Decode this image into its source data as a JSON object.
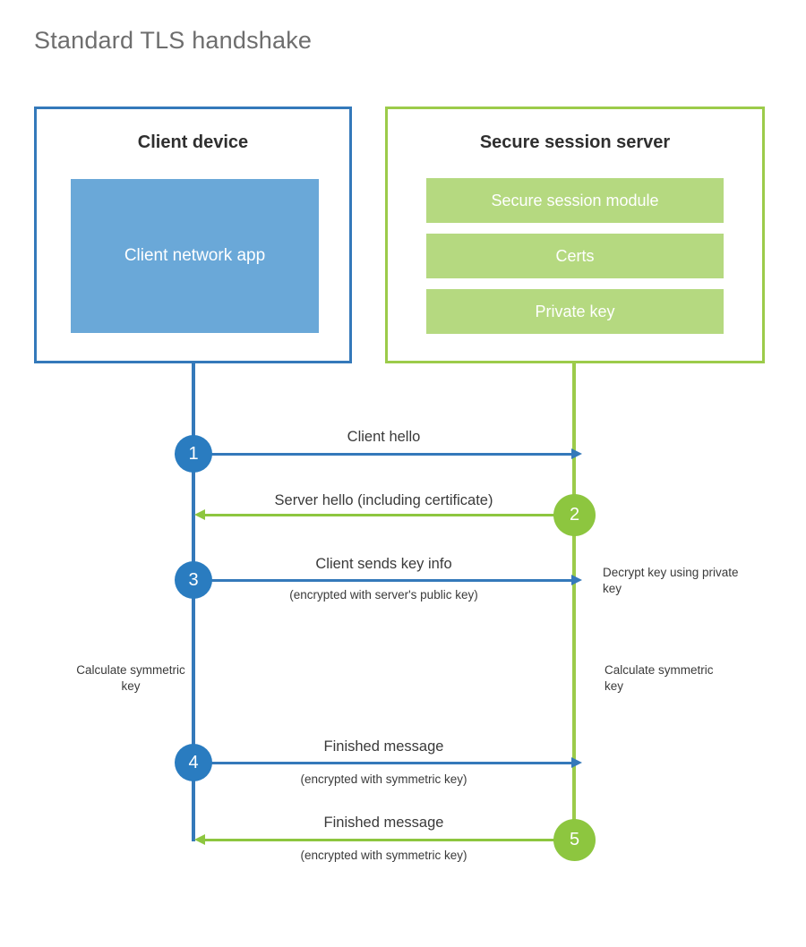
{
  "page": {
    "title": "Standard TLS handshake",
    "background": "#ffffff"
  },
  "colors": {
    "client_blue": "#3479ba",
    "client_app_blue": "#6aa8d8",
    "step_circle_blue": "#2a7cc0",
    "server_green": "#9ccb4a",
    "server_bar_green": "#b5d980",
    "step_circle_green": "#8dc63f",
    "text_dark": "#3a3a3a",
    "title_gray": "#6e6e6e"
  },
  "client": {
    "title": "Client device",
    "app_label": "Client network app"
  },
  "server": {
    "title": "Secure session server",
    "bars": [
      {
        "label": "Secure session module"
      },
      {
        "label": "Certs"
      },
      {
        "label": "Private key"
      }
    ]
  },
  "steps": [
    {
      "number": "1",
      "label": "Client hello",
      "sub": "",
      "direction": "client-to-server",
      "color": "blue"
    },
    {
      "number": "2",
      "label": "Server hello (including certificate)",
      "sub": "",
      "direction": "server-to-client",
      "color": "green"
    },
    {
      "number": "3",
      "label": "Client sends key info",
      "sub": "(encrypted with server's public key)",
      "direction": "client-to-server",
      "color": "blue"
    },
    {
      "number": "4",
      "label": "Finished message",
      "sub": "(encrypted with symmetric key)",
      "direction": "client-to-server",
      "color": "blue"
    },
    {
      "number": "5",
      "label": "Finished message",
      "sub": "(encrypted with symmetric key)",
      "direction": "server-to-client",
      "color": "green"
    }
  ],
  "notes": {
    "decrypt_key": "Decrypt key using private key",
    "client_calculate": "Calculate symmetric key",
    "server_calculate": "Calculate symmetric key"
  }
}
